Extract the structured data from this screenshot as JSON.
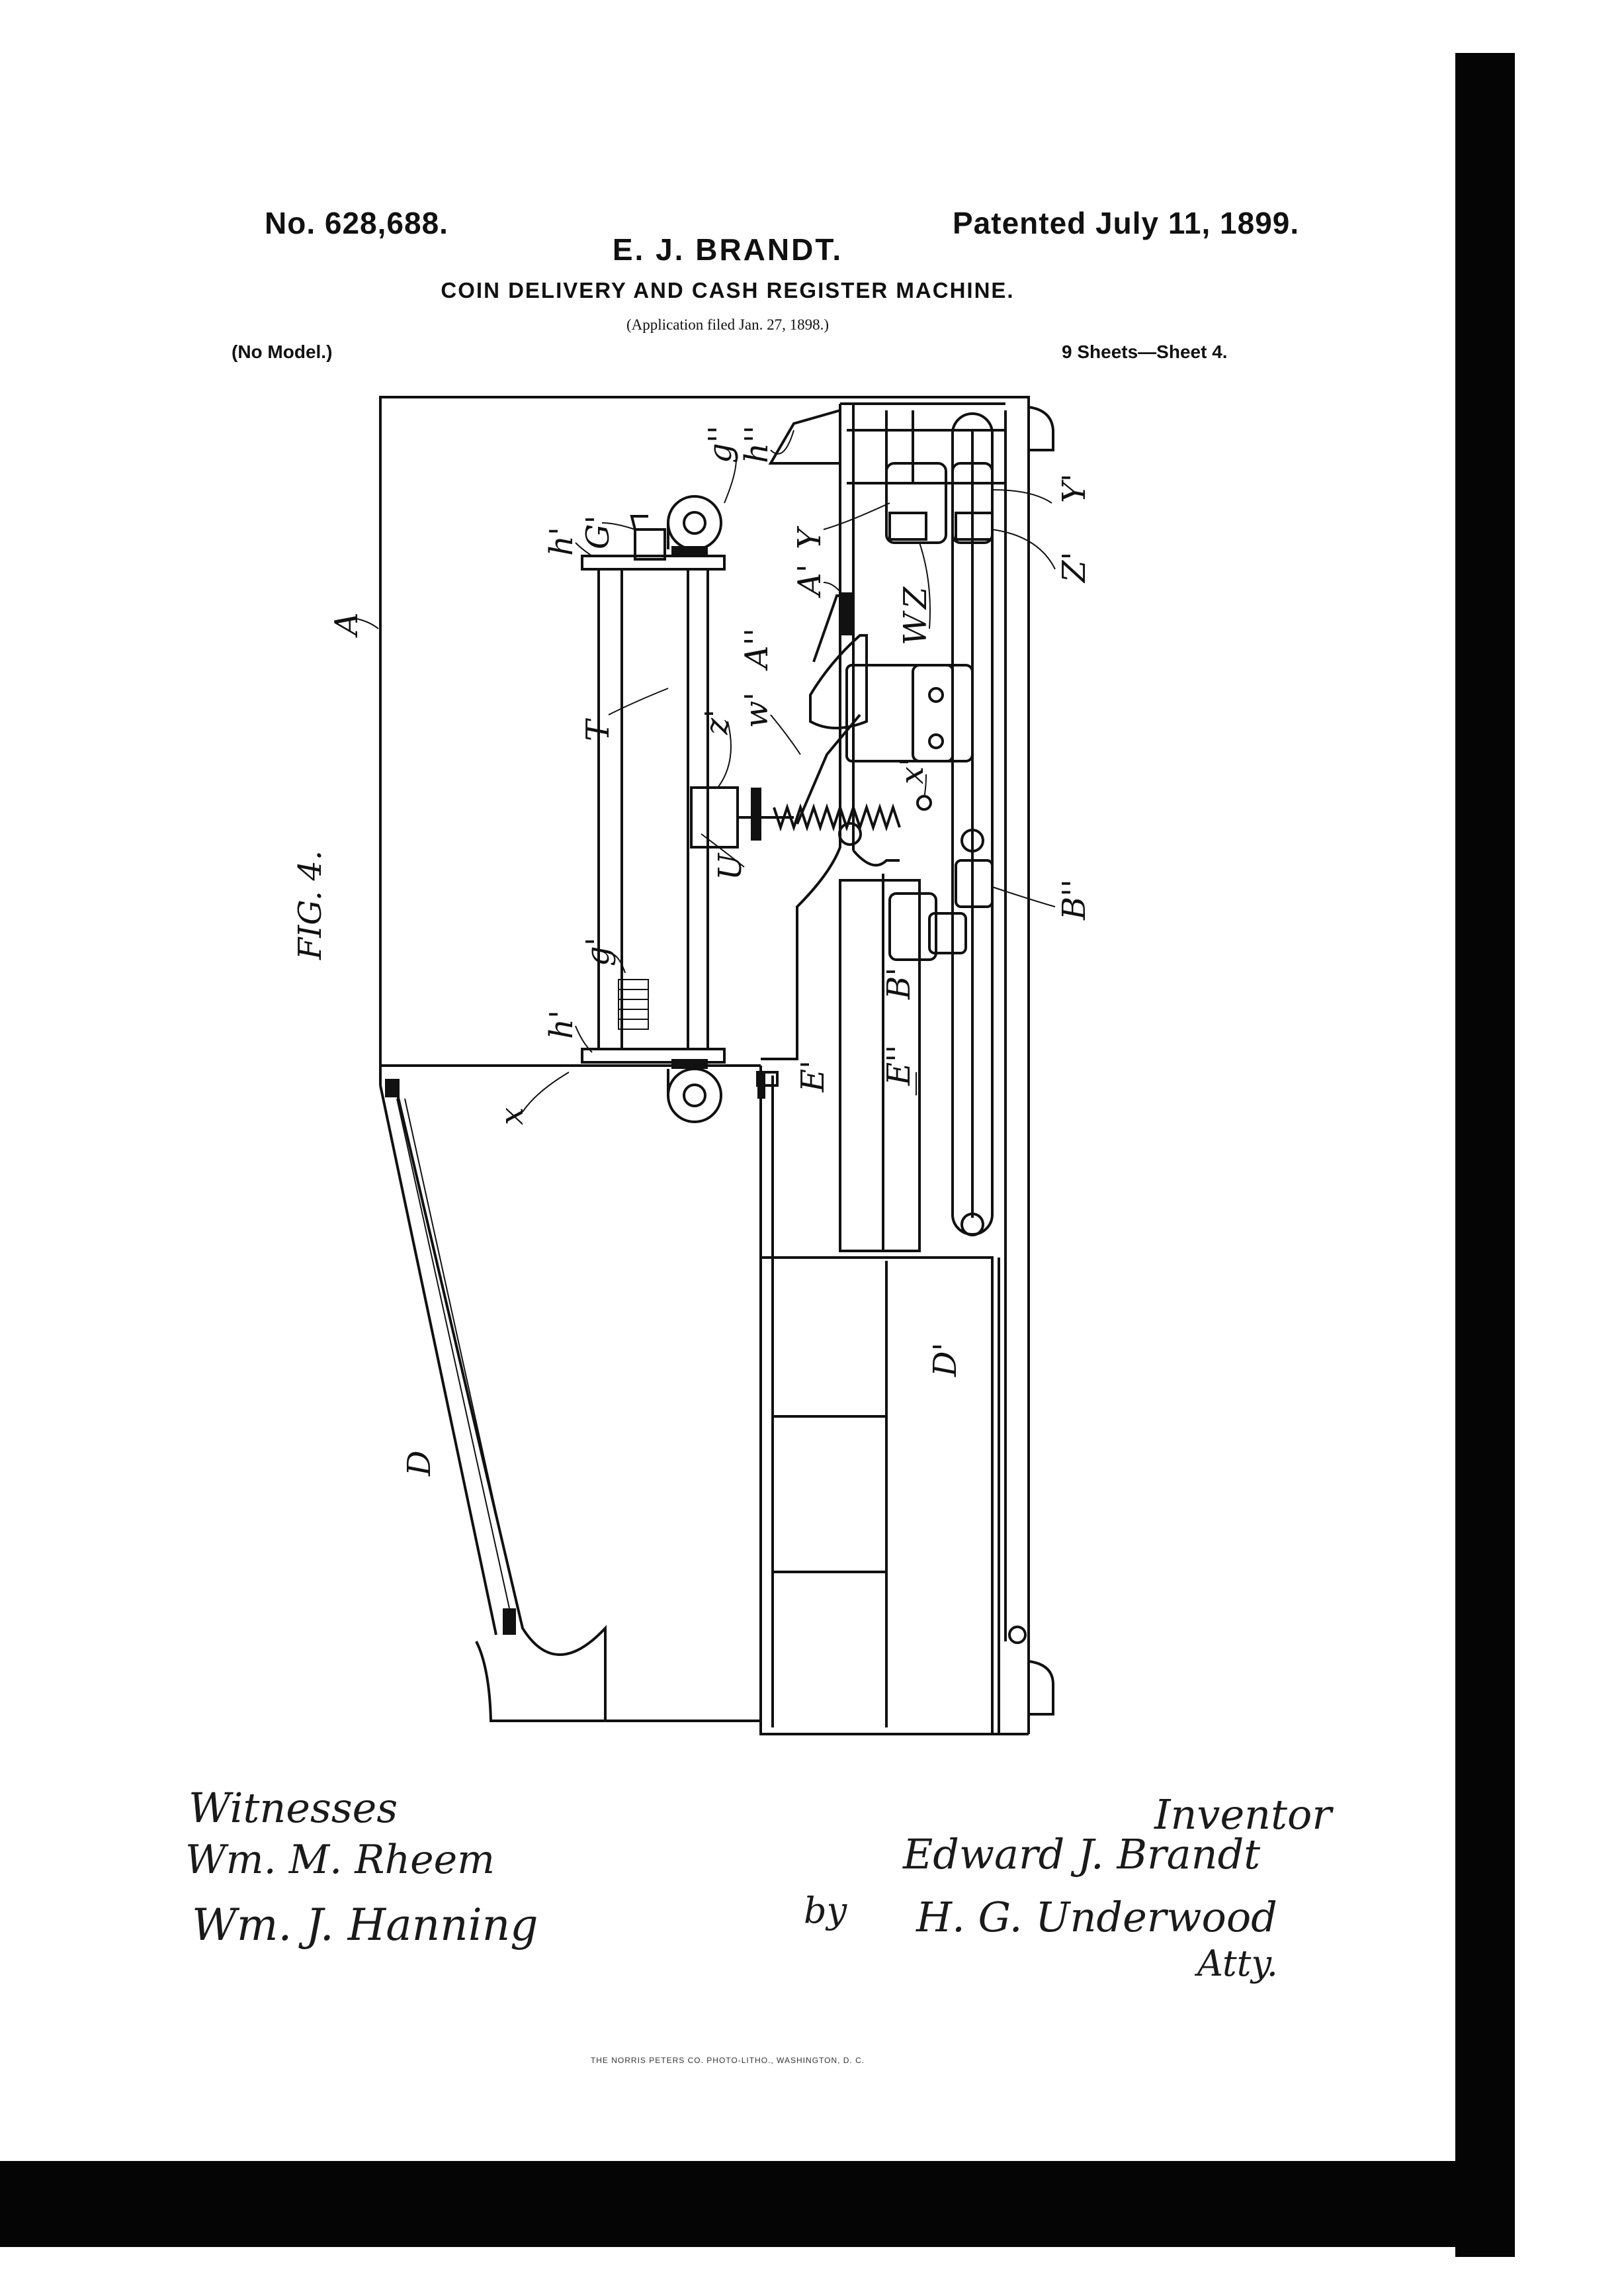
{
  "header": {
    "patent_number": "No. 628,688.",
    "patent_date": "Patented July 11, 1899.",
    "inventor": "E. J. BRANDT.",
    "title": "COIN DELIVERY AND CASH REGISTER MACHINE.",
    "application": "(Application filed Jan. 27, 1898.)",
    "model": "(No Model.)",
    "sheets": "9 Sheets—Sheet 4."
  },
  "figure": {
    "label": "FIG. 4.",
    "reference_letters": [
      "A",
      "G'",
      "h'",
      "g''",
      "h''",
      "T",
      "z'",
      "w'",
      "A''",
      "A'",
      "Y",
      "W",
      "Z",
      "Y'",
      "Z'",
      "x'",
      "U",
      "g'",
      "h'",
      "x",
      "E'",
      "B'",
      "E''",
      "B''",
      "D'",
      "D"
    ]
  },
  "signatures": {
    "witnesses_label": "Witnesses",
    "witness_1": "Wm. M. Rheem",
    "witness_2": "Wm. J. Hanning",
    "inventor_label": "Inventor",
    "inventor_signature": "Edward J. Brandt",
    "by_label": "by",
    "attorney_signature": "H. G. Underwood",
    "attorney_label": "Atty."
  },
  "footer": {
    "printer": "THE NORRIS PETERS CO. PHOTO-LITHO., WASHINGTON, D. C."
  }
}
